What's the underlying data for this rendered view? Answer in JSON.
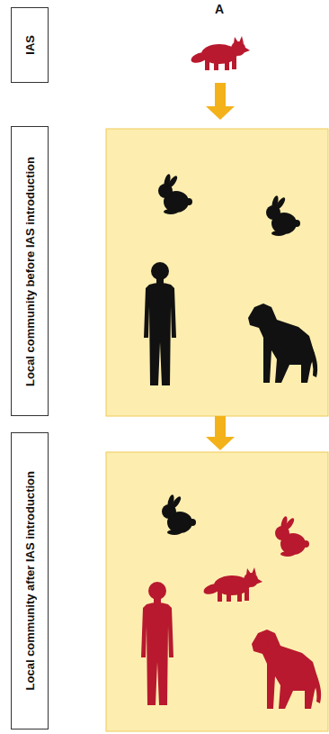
{
  "diagram": {
    "nodes": [
      {
        "text": [
          "IAS"
        ]
      },
      {
        "text": [
          "Local community before IAS introduction"
        ]
      },
      {
        "text": [
          "Local community after IAS introduction"
        ]
      }
    ],
    "labels": [
      "A"
    ]
  }
}
